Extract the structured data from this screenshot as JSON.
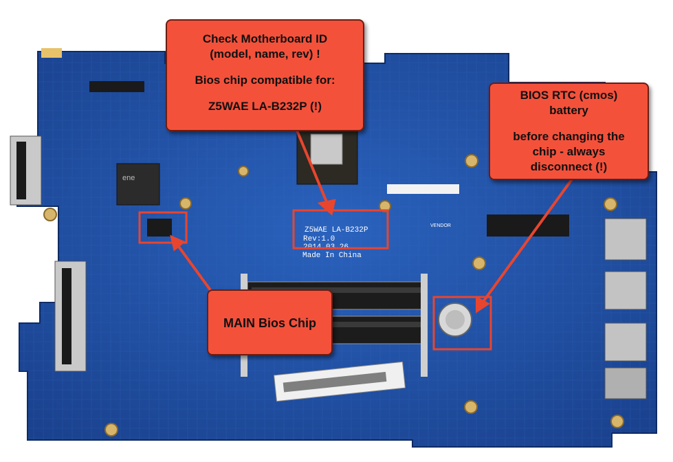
{
  "callouts": {
    "board_id": {
      "line1": "Check Motherboard ID",
      "line2": "(model, name, rev) !",
      "line3": "Bios chip compatible for:",
      "line4": "Z5WAE  LA-B232P (!)"
    },
    "rtc": {
      "line1": "BIOS RTC (cmos)",
      "line2": "battery",
      "line3": "before changing the",
      "line4": "chip - always",
      "line5": "disconnect (!)"
    },
    "bios": {
      "label": "MAIN Bios Chip"
    }
  },
  "silkscreen": {
    "model": "Z5WAE LA-B232P",
    "rev": "Rev:1.0",
    "date": "2014.03.26",
    "origin": "Made In China",
    "vendor": "VENDOR"
  },
  "colors": {
    "board": "#1f4fa3",
    "callout": "#f4513b",
    "highlight": "#e8452f"
  }
}
